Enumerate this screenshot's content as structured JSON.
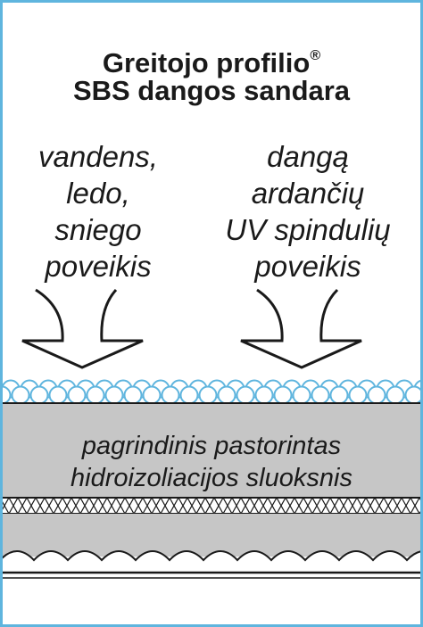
{
  "title": {
    "line1": "Greitojo profilio",
    "mark": "®",
    "line2": "SBS dangos sandara"
  },
  "left_label": [
    "vandens,",
    "ledo,",
    "sniego",
    "poveikis"
  ],
  "right_label": [
    "dangą",
    "ardančių",
    "UV spindulių",
    "poveikis"
  ],
  "main_layer": {
    "line1": "pagrindinis pastorintas",
    "line2": "hidroizoliacijos sluoksnis"
  },
  "colors": {
    "frame": "#5fb5de",
    "granules": "#5fb5de",
    "bitumen": "#c6c6c6",
    "text": "#1a1a1a"
  }
}
